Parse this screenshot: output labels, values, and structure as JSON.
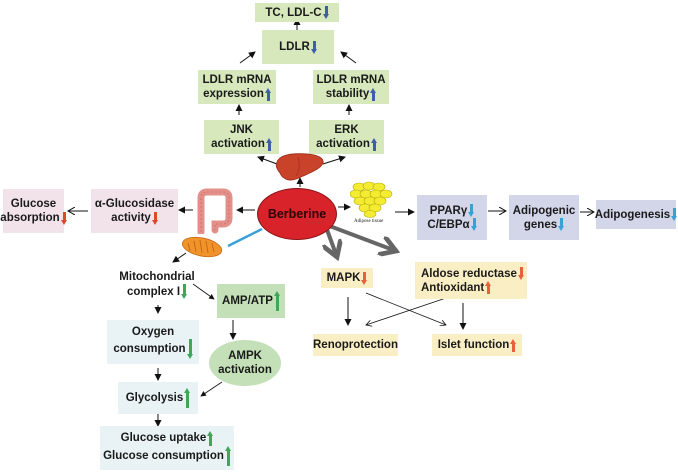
{
  "title": "Berberine mechanisms of action",
  "center": "Berberine",
  "organs": {
    "liver": "liver-icon",
    "intestine": "intestine-icon",
    "mitochondrion": "mitochondrion-icon",
    "adipose": "adipose-tissue-icon",
    "adipose_label": "Adipose tissue"
  },
  "liver_pathway": {
    "tc_ldlc": {
      "label": "TC, LDL-C",
      "direction": "down"
    },
    "ldlr": {
      "label": "LDLR",
      "direction": "down"
    },
    "ldlr_mrna_expression": {
      "line1": "LDLR mRNA",
      "line2": "expression",
      "direction": "up"
    },
    "ldlr_mrna_stability": {
      "line1": "LDLR mRNA",
      "line2": "stability",
      "direction": "up"
    },
    "jnk": {
      "line1": "JNK",
      "line2": "activation",
      "direction": "up"
    },
    "erk": {
      "line1": "ERK",
      "line2": "activation",
      "direction": "up"
    }
  },
  "intestine_pathway": {
    "glucosidase": {
      "line1": "α-Glucosidase",
      "line2": "activity",
      "direction": "down"
    },
    "glucose_absorption": {
      "line1": "Glucose",
      "line2": "absorption",
      "direction": "down"
    }
  },
  "adipose_pathway": {
    "ppar": {
      "line1": "PPARγ",
      "line2": "C/EBPα",
      "direction": "down"
    },
    "adipogenic_genes": {
      "line1": "Adipogenic",
      "line2": "genes",
      "direction": "down"
    },
    "adipogenesis": {
      "label": "Adipogenesis",
      "direction": "down"
    }
  },
  "mito_pathway": {
    "complex": {
      "line1": "Mitochondrial",
      "line2": "complex I",
      "direction": "down"
    },
    "amp_atp": {
      "label": "AMP/ATP",
      "direction": "up"
    },
    "oxygen": {
      "line1": "Oxygen",
      "line2": "consumption",
      "direction": "down"
    },
    "ampk": {
      "line1": "AMPK",
      "line2": "activation"
    },
    "glycolysis": {
      "label": "Glycolysis",
      "direction": "up"
    },
    "glucose_uptake": {
      "label": "Glucose uptake",
      "direction": "up"
    },
    "glucose_consumption": {
      "label": "Glucose consumption",
      "direction": "up"
    }
  },
  "kidney_pathway": {
    "mapk": {
      "label": "MAPK",
      "direction": "down"
    },
    "aldose": {
      "label": "Aldose reductase",
      "direction": "down"
    },
    "antioxidant": {
      "label": "Antioxidant",
      "direction": "up"
    },
    "renoprotection": {
      "label": "Renoprotection"
    },
    "islet": {
      "label": "Islet function",
      "direction": "up"
    }
  },
  "colors": {
    "berberine": "#d8232a",
    "liver_boxes": "#d6e8bc",
    "intestine_boxes": "#f2e3ea",
    "adipose_boxes": "#d2d6e8",
    "kidney_boxes": "#faeec4",
    "mito_boxes": "#e9f2f4",
    "up_down_blue": "#3f5ea8",
    "up_down_red": "#e0472a",
    "up_down_green": "#3fa65a",
    "up_down_lightblue": "#3aa0d8"
  }
}
